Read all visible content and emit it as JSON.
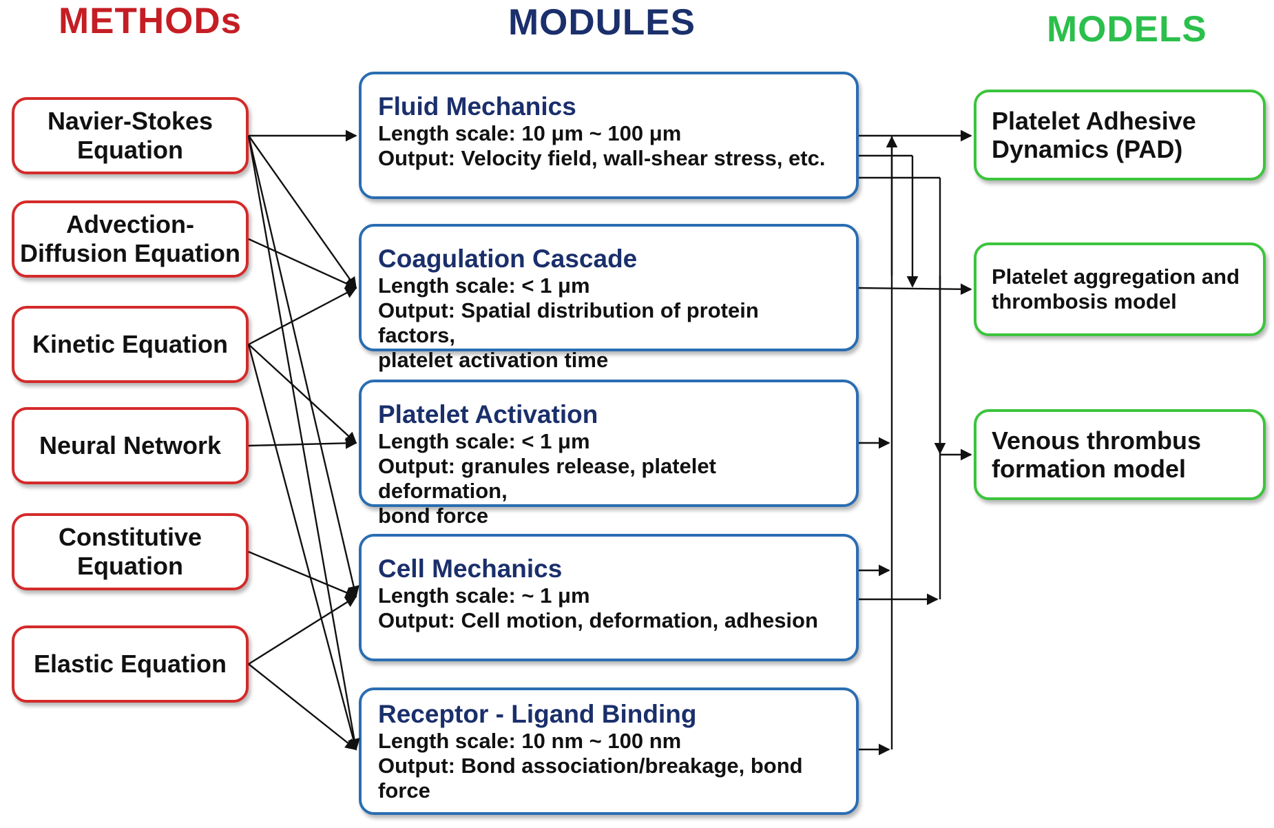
{
  "headers": {
    "methods": "METHODs",
    "modules": "MODULES",
    "models": "MODELS"
  },
  "colors": {
    "methods": "#c41e24",
    "modules": "#1a2f6b",
    "models": "#2bbf4b",
    "method_border": "#d42a2a",
    "module_border": "#2a6db2",
    "model_border": "#3cc43c"
  },
  "methods": [
    {
      "id": "ns",
      "label": "Navier-Stokes\nEquation"
    },
    {
      "id": "ad",
      "label": "Advection-\nDiffusion Equation"
    },
    {
      "id": "ke",
      "label": "Kinetic Equation"
    },
    {
      "id": "nn",
      "label": "Neural Network"
    },
    {
      "id": "ce",
      "label": "Constitutive\nEquation"
    },
    {
      "id": "ee",
      "label": "Elastic Equation"
    }
  ],
  "modules": [
    {
      "id": "fm",
      "title": "Fluid Mechanics",
      "lines": [
        "Length scale: 10 μm ~ 100 μm",
        "Output: Velocity field, wall-shear stress, etc."
      ]
    },
    {
      "id": "cc",
      "title": "Coagulation Cascade",
      "lines": [
        "Length scale: < 1 μm",
        "Output: Spatial distribution of protein factors,",
        "platelet activation time"
      ]
    },
    {
      "id": "pa",
      "title": "Platelet Activation",
      "lines": [
        "Length scale: < 1 μm",
        "Output: granules release, platelet deformation,",
        "bond force"
      ]
    },
    {
      "id": "cm",
      "title": "Cell Mechanics",
      "lines": [
        "Length scale: ~ 1 μm",
        "Output: Cell motion, deformation, adhesion"
      ]
    },
    {
      "id": "rl",
      "title": "Receptor - Ligand Binding",
      "lines": [
        "Length scale: 10 nm ~ 100 nm",
        "Output: Bond association/breakage, bond",
        "force"
      ]
    }
  ],
  "models": [
    {
      "id": "pad",
      "label": "Platelet Adhesive\nDynamics (PAD)"
    },
    {
      "id": "pat",
      "label": "Platelet aggregation and\nthrombosis model"
    },
    {
      "id": "vtf",
      "label": "Venous thrombus\nformation model"
    }
  ],
  "links": [
    {
      "from": "ns",
      "to": "fm"
    },
    {
      "from": "ns",
      "to": "cc"
    },
    {
      "from": "ns",
      "to": "cm"
    },
    {
      "from": "ns",
      "to": "rl"
    },
    {
      "from": "ad",
      "to": "cc"
    },
    {
      "from": "ke",
      "to": "cc"
    },
    {
      "from": "ke",
      "to": "pa"
    },
    {
      "from": "ke",
      "to": "rl"
    },
    {
      "from": "nn",
      "to": "pa"
    },
    {
      "from": "ce",
      "to": "cm"
    },
    {
      "from": "ee",
      "to": "cm"
    },
    {
      "from": "ee",
      "to": "rl"
    }
  ]
}
